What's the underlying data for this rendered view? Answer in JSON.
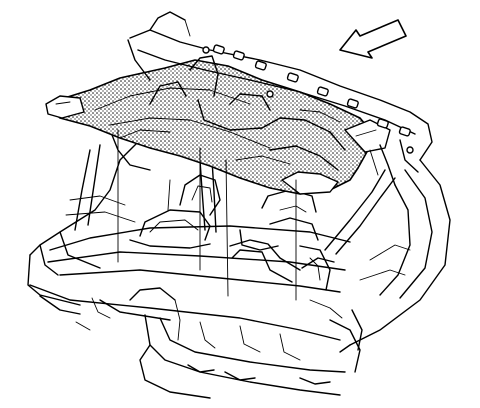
{
  "figure": {
    "background": "#ffffff",
    "line_color": "#000000",
    "panel_shading": "stippled",
    "arrow_direction": "front-left",
    "components": [
      "rear-floor-pan",
      "insulator-mat",
      "mounting-holes",
      "direction-arrow",
      "body-frame"
    ]
  }
}
